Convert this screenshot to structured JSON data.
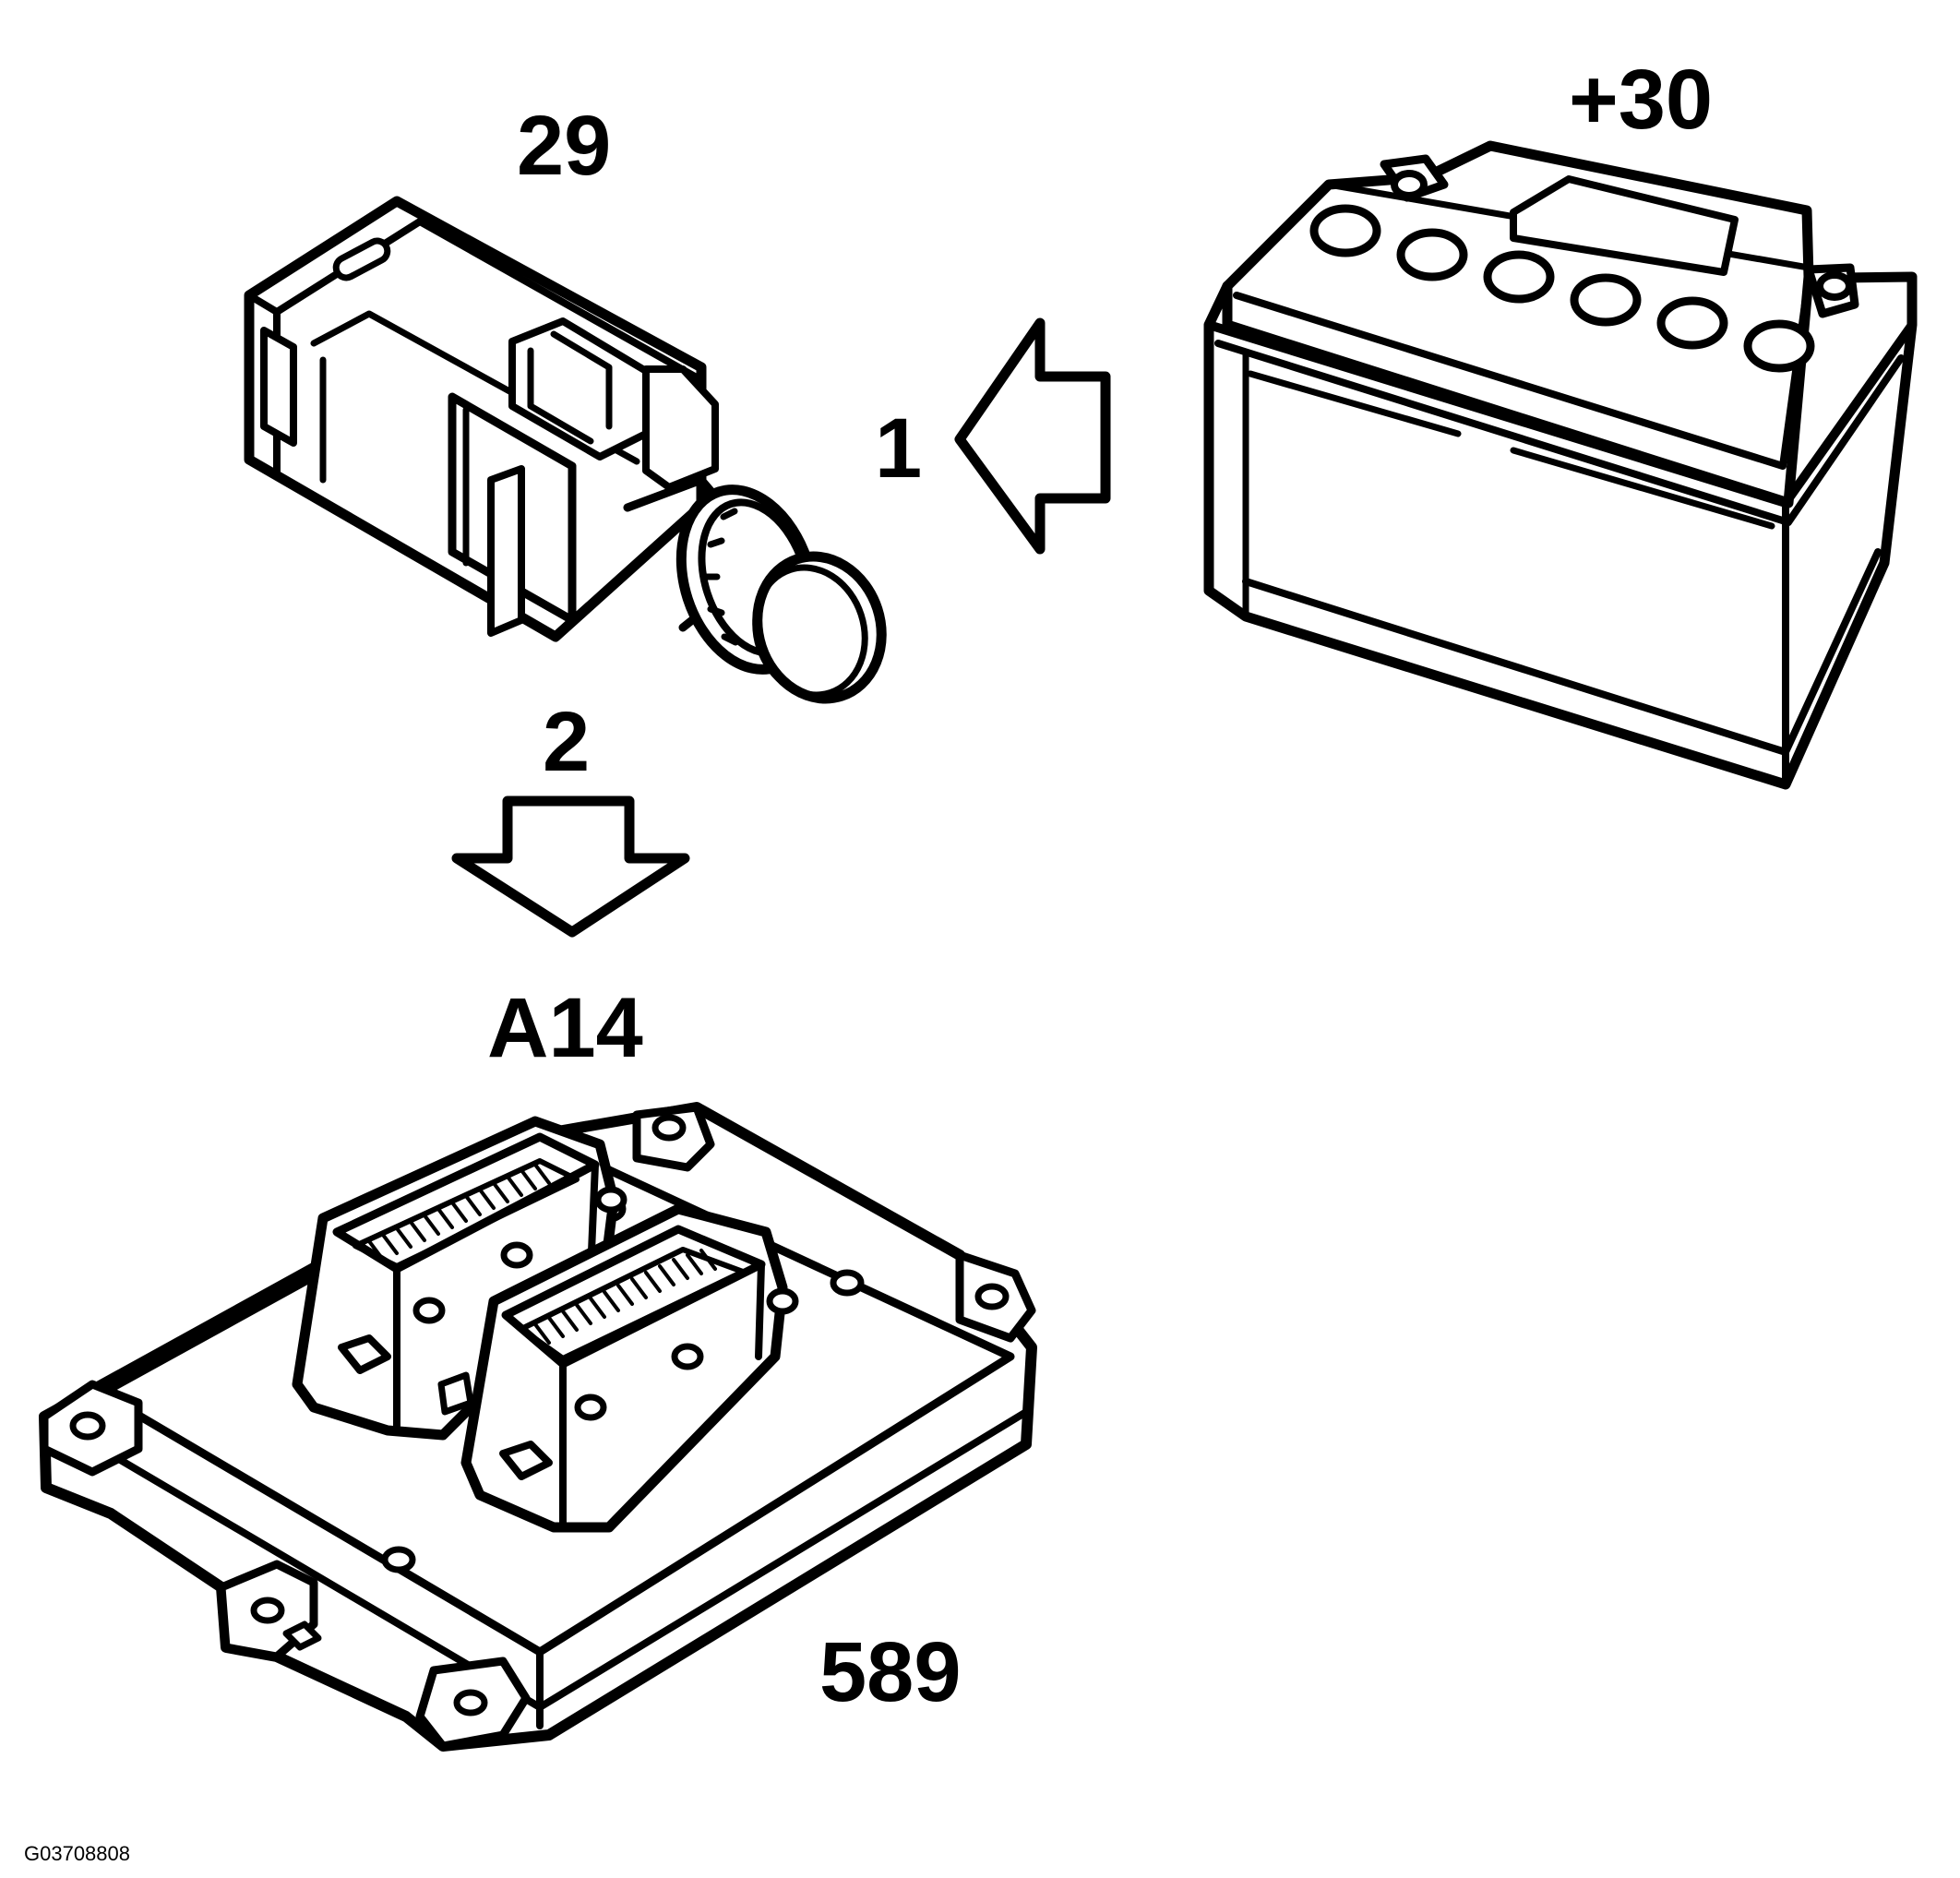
{
  "labels": {
    "fuse": "29",
    "battery": "+30",
    "step1": "1",
    "step2": "2",
    "module_id": "A14",
    "module_part": "589",
    "figure_code": "G03708808"
  },
  "icons": {
    "fuse": "fuse-icon",
    "battery": "battery-icon",
    "arrow_left": "arrow-left-icon",
    "arrow_down": "arrow-down-icon",
    "control_module": "control-module-icon"
  }
}
